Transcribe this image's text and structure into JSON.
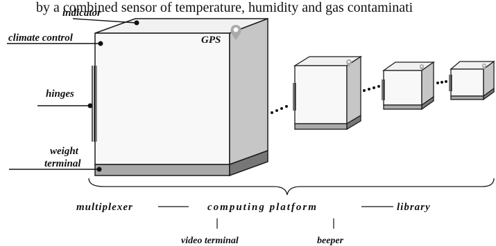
{
  "caption_line": "by a combined sensor of temperature, humidity and gas contaminati",
  "labels": {
    "indicator": "indicator",
    "climate_control": "climate control",
    "hinges": "hinges",
    "weight": "weight",
    "terminal": "terminal",
    "gps": "GPS"
  },
  "bottom": {
    "multiplexer": "multiplexer",
    "computing_platform": "computing platform",
    "library": "library",
    "video_terminal": "video terminal",
    "beeper": "beeper"
  },
  "colors": {
    "front_face": "#f7f7f7",
    "top_face": "#f0f0f0",
    "side_face": "#c4c4c4",
    "base_front": "#a8a8a8",
    "base_side": "#7a7a7a",
    "outline": "#1a1a1a",
    "gps_pin": "#a9a9a9"
  }
}
